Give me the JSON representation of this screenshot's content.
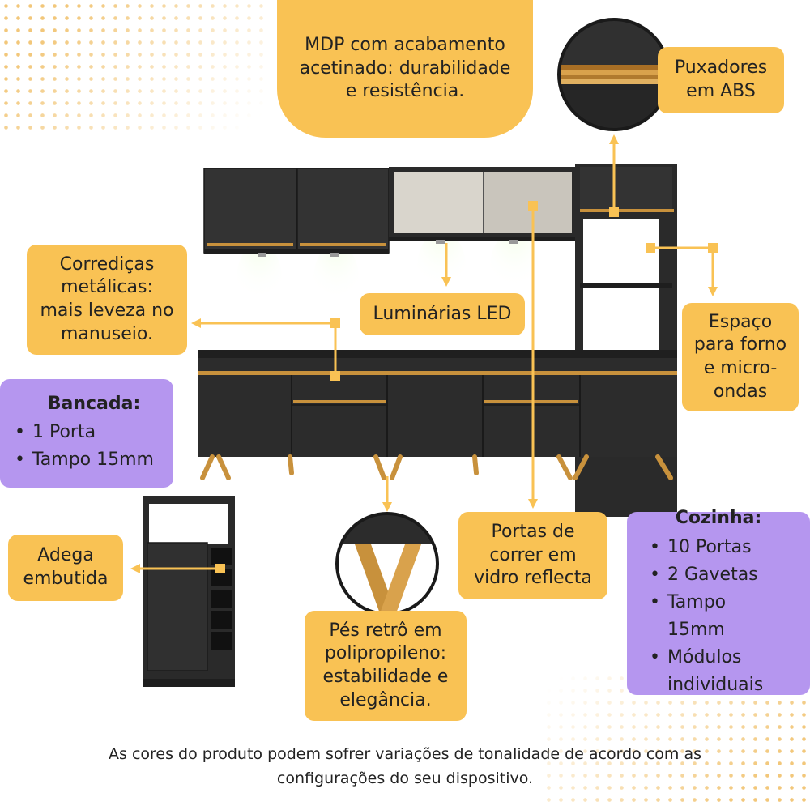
{
  "labels": {
    "mdp": [
      "MDP com acabamento",
      "acetinado: durabilidade",
      "e resistência."
    ],
    "puxadores": [
      "Puxadores",
      "em ABS"
    ],
    "corredicas": [
      "Corrediças",
      "metálicas:",
      "mais leveza no",
      "manuseio."
    ],
    "luminarias": [
      "Luminárias LED"
    ],
    "espaco": [
      "Espaço",
      "para forno",
      "e micro-",
      "ondas"
    ],
    "adega": [
      "Adega",
      "embutida"
    ],
    "portas": [
      "Portas de",
      "correr em",
      "vidro reflecta"
    ],
    "pes": [
      "Pés retrô em",
      "polipropileno:",
      "estabilidade e",
      "elegância."
    ]
  },
  "bancada": {
    "title": "Bancada:",
    "items": [
      "1 Porta",
      "Tampo 15mm"
    ]
  },
  "cozinha": {
    "title": "Cozinha:",
    "items": [
      "10 Portas",
      "2 Gavetas",
      "Tampo 15mm",
      "Módulos individuais"
    ]
  },
  "footer": [
    "As cores do produto podem sofrer variações de tonalidade de acordo com as",
    "configurações do seu dispositivo."
  ],
  "colors": {
    "accent_yellow": "#f9c254",
    "accent_purple": "#b596ef",
    "furniture_black": "#2a2a2a",
    "wood_gold": "#c8913c"
  }
}
